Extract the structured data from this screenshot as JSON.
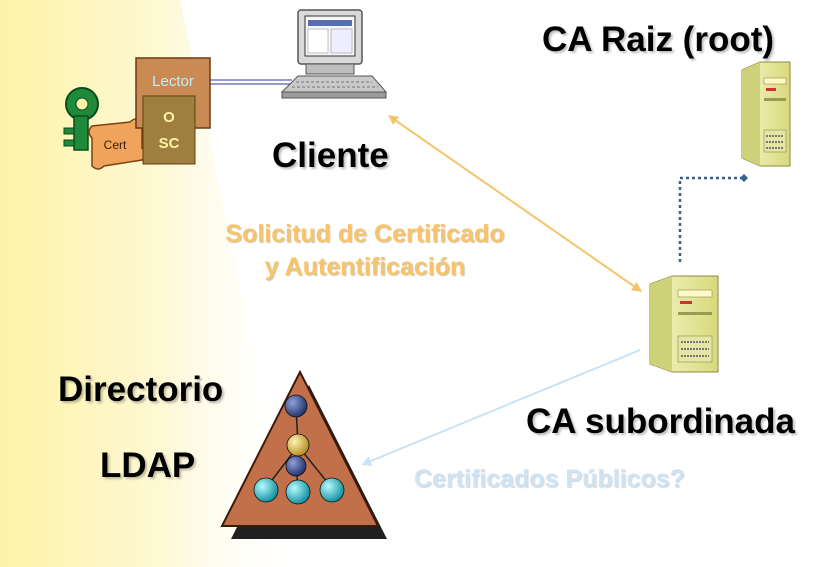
{
  "nodes": {
    "root_ca": "CA Raiz (root)",
    "client": "Cliente",
    "sub_ca": "CA subordinada",
    "directory_line1": "Directorio",
    "directory_line2": "LDAP"
  },
  "reader": {
    "title": "Lector",
    "or": "O",
    "sc": "SC",
    "cert": "Cert"
  },
  "edges": {
    "request_line1": "Solicitud de Certificado",
    "request_line2": "y Autentificación",
    "public_certs": "Certificados Públicos?"
  },
  "colors": {
    "request_arrow": "#f5c46a",
    "public_arrow": "#c9e2f5",
    "root_link": "#3a5f8a",
    "server": "#e9eaa0",
    "reader_box": "#c98a54"
  }
}
